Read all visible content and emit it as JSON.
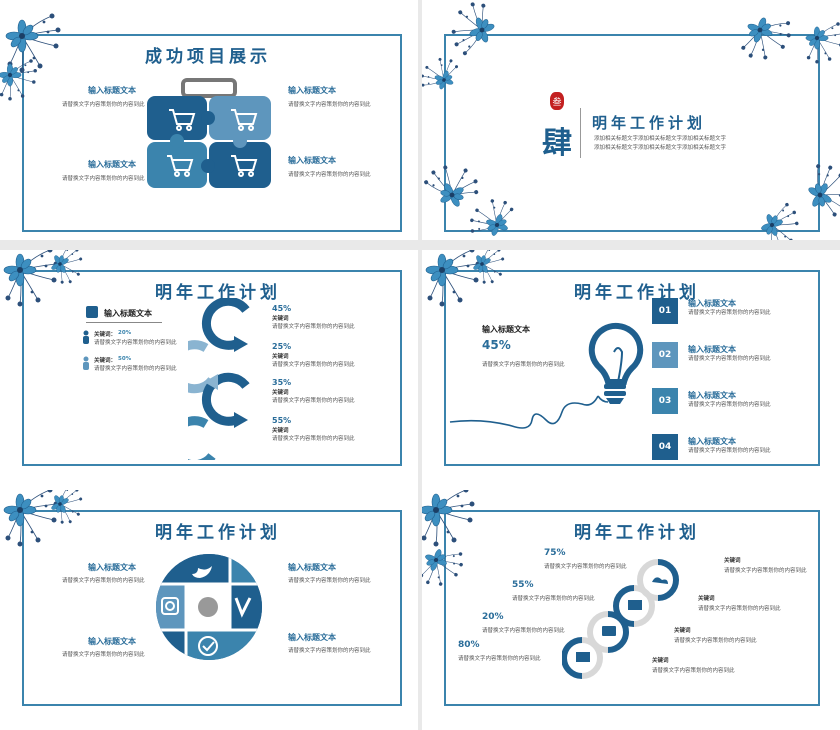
{
  "colors": {
    "accent": "#3b84ad",
    "dark": "#1f5f8e",
    "mid": "#5e96bd",
    "light": "#8ab4d1"
  },
  "s1": {
    "title": "成功项目展示",
    "items": [
      {
        "heading": "输入标题文本",
        "text": "请替换文字内容策划你的内容到此"
      },
      {
        "heading": "输入标题文本",
        "text": "请替换文字内容策划你的内容到此"
      },
      {
        "heading": "输入标题文本",
        "text": "请替换文字内容策划你的内容到此"
      },
      {
        "heading": "输入标题文本",
        "text": "请替换文字内容策划你的内容到此"
      }
    ]
  },
  "s2": {
    "seal": "叁",
    "title": "明年工作计划",
    "big_char": "肆",
    "lines": [
      "添加相关标题文字添加相关标题文字添加相关标题文字",
      "添加相关标题文字添加相关标题文字添加相关标题文字"
    ]
  },
  "s3": {
    "title": "明年工作计划",
    "panel_heading": "输入标题文本",
    "kw1": {
      "label": "关键词：",
      "pct": "20%",
      "text": "请替换文字内容策划你的内容到此"
    },
    "kw2": {
      "label": "关键词：",
      "pct": "50%",
      "text": "请替换文字内容策划你的内容到此"
    },
    "items": [
      {
        "pct": "45%",
        "kw": "关键词",
        "text": "请替换文字内容策划你的内容到此"
      },
      {
        "pct": "25%",
        "kw": "关键词",
        "text": "请替换文字内容策划你的内容到此"
      },
      {
        "pct": "35%",
        "kw": "关键词",
        "text": "请替换文字内容策划你的内容到此"
      },
      {
        "pct": "55%",
        "kw": "关键词",
        "text": "请替换文字内容策划你的内容到此"
      }
    ]
  },
  "s4": {
    "title": "明年工作计划",
    "heading": "输入标题文本",
    "pct": "45%",
    "text": "请替换文字内容策划你的内容到此",
    "items": [
      {
        "num": "01",
        "heading": "输入标题文本",
        "text": "请替换文字内容策划你的内容到此"
      },
      {
        "num": "02",
        "heading": "输入标题文本",
        "text": "请替换文字内容策划你的内容到此"
      },
      {
        "num": "03",
        "heading": "输入标题文本",
        "text": "请替换文字内容策划你的内容到此"
      },
      {
        "num": "04",
        "heading": "输入标题文本",
        "text": "请替换文字内容策划你的内容到此"
      }
    ]
  },
  "s5": {
    "title": "明年工作计划",
    "items": [
      {
        "heading": "输入标题文本",
        "text": "请替换文字内容策划你的内容到此"
      },
      {
        "heading": "输入标题文本",
        "text": "请替换文字内容策划你的内容到此"
      },
      {
        "heading": "输入标题文本",
        "text": "请替换文字内容策划你的内容到此"
      },
      {
        "heading": "输入标题文本",
        "text": "请替换文字内容策划你的内容到此"
      }
    ]
  },
  "s6": {
    "title": "明年工作计划",
    "left": [
      {
        "pct": "75%",
        "text": "请替换文字内容策划你的内容到此"
      },
      {
        "pct": "55%",
        "text": "请替换文字内容策划你的内容到此"
      },
      {
        "pct": "20%",
        "text": "请替换文字内容策划你的内容到此"
      },
      {
        "pct": "80%",
        "text": "请替换文字内容策划你的内容到此"
      }
    ],
    "right": [
      {
        "kw": "关键词",
        "text": "请替换文字内容策划你的内容到此"
      },
      {
        "kw": "关键词",
        "text": "请替换文字内容策划你的内容到此"
      },
      {
        "kw": "关键词",
        "text": "请替换文字内容策划你的内容到此"
      },
      {
        "kw": "关键词",
        "text": "请替换文字内容策划你的内容到此"
      }
    ]
  }
}
